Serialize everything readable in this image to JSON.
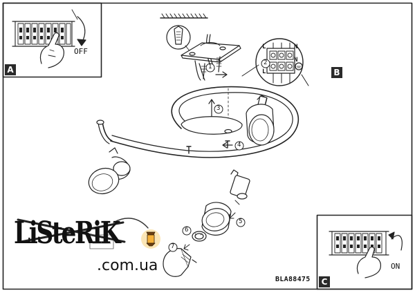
{
  "panels": {
    "a": {
      "letter": "A",
      "state_label": "OFF"
    },
    "b": {
      "letter": "B"
    },
    "c": {
      "letter": "C",
      "state_label": "ON"
    }
  },
  "terminal_labels": [
    "L",
    "N",
    "L",
    "N"
  ],
  "steps": [
    "1",
    "2",
    "3",
    "4",
    "5",
    "6",
    "7"
  ],
  "model_code": "BLA88475",
  "watermark": {
    "brand": "LiSteRiK",
    "domain": ".com.ua"
  }
}
